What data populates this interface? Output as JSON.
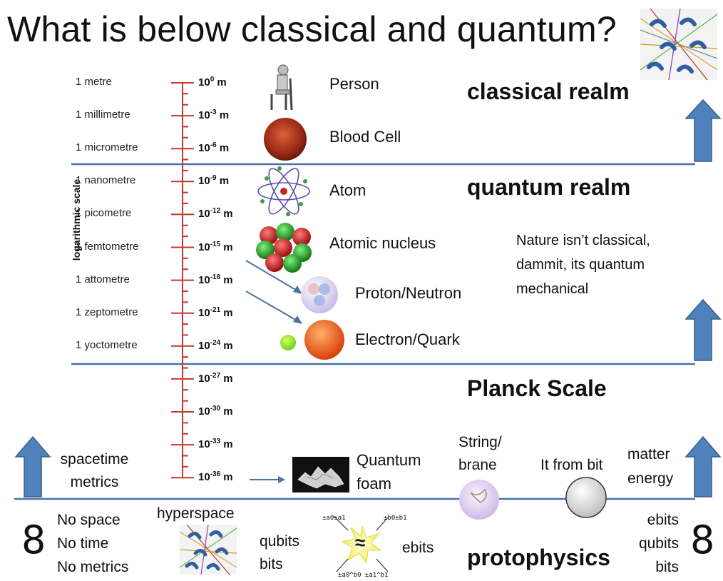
{
  "title": "What is below classical and quantum?",
  "axis_label": "logarithmic scale",
  "units": [
    "1 metre",
    "1 millimetre",
    "1 micrometre",
    "1 nanometre",
    "1 picometre",
    "1 femtometre",
    "1 attometre",
    "1 zeptometre",
    "1 yoctometre"
  ],
  "powers": [
    {
      "base": "10",
      "exp": "0"
    },
    {
      "base": "10",
      "exp": "-3"
    },
    {
      "base": "10",
      "exp": "-6"
    },
    {
      "base": "10",
      "exp": "-9"
    },
    {
      "base": "10",
      "exp": "-12"
    },
    {
      "base": "10",
      "exp": "-15"
    },
    {
      "base": "10",
      "exp": "-18"
    },
    {
      "base": "10",
      "exp": "-21"
    },
    {
      "base": "10",
      "exp": "-24"
    },
    {
      "base": "10",
      "exp": "-27"
    },
    {
      "base": "10",
      "exp": "-30"
    },
    {
      "base": "10",
      "exp": "-33"
    },
    {
      "base": "10",
      "exp": "-36"
    }
  ],
  "power_unit": "m",
  "objects": {
    "person": "Person",
    "blood_cell": "Blood Cell",
    "atom": "Atom",
    "nucleus": "Atomic nucleus",
    "proton": "Proton/Neutron",
    "electron": "Electron/Quark",
    "foam_1": "Quantum",
    "foam_2": "foam"
  },
  "realms": {
    "classical": "classical realm",
    "quantum": "quantum realm",
    "planck": "Planck Scale",
    "protophysics": "protophysics"
  },
  "quantum_note": [
    "Nature isn’t classical,",
    "dammit, its quantum",
    "mechanical"
  ],
  "left_block": {
    "spacetime_1": "spacetime",
    "spacetime_2": "metrics"
  },
  "bottom_left": [
    "No space",
    "No time",
    "No metrics"
  ],
  "eight_left": "8",
  "eight_right": "8",
  "hyperspace": "hyperspace",
  "qubits_bits": [
    "qubits",
    "bits"
  ],
  "ebits_label": "ebits",
  "ebit_formulas": {
    "a": "±a0±a1",
    "b": "±b0±b1",
    "c": "±a0^b0 ±a1^b1"
  },
  "string_brane": [
    "String/",
    "brane"
  ],
  "it_from_bit": "It from bit",
  "matter_energy": [
    "matter",
    "energy"
  ],
  "bottom_right": [
    "ebits",
    "qubits",
    "bits"
  ],
  "colors": {
    "divider": "#4a73a8",
    "ruler": "#c0392b",
    "arrow_fill": "#4f81bd",
    "arrow_stroke": "#385d8a"
  }
}
